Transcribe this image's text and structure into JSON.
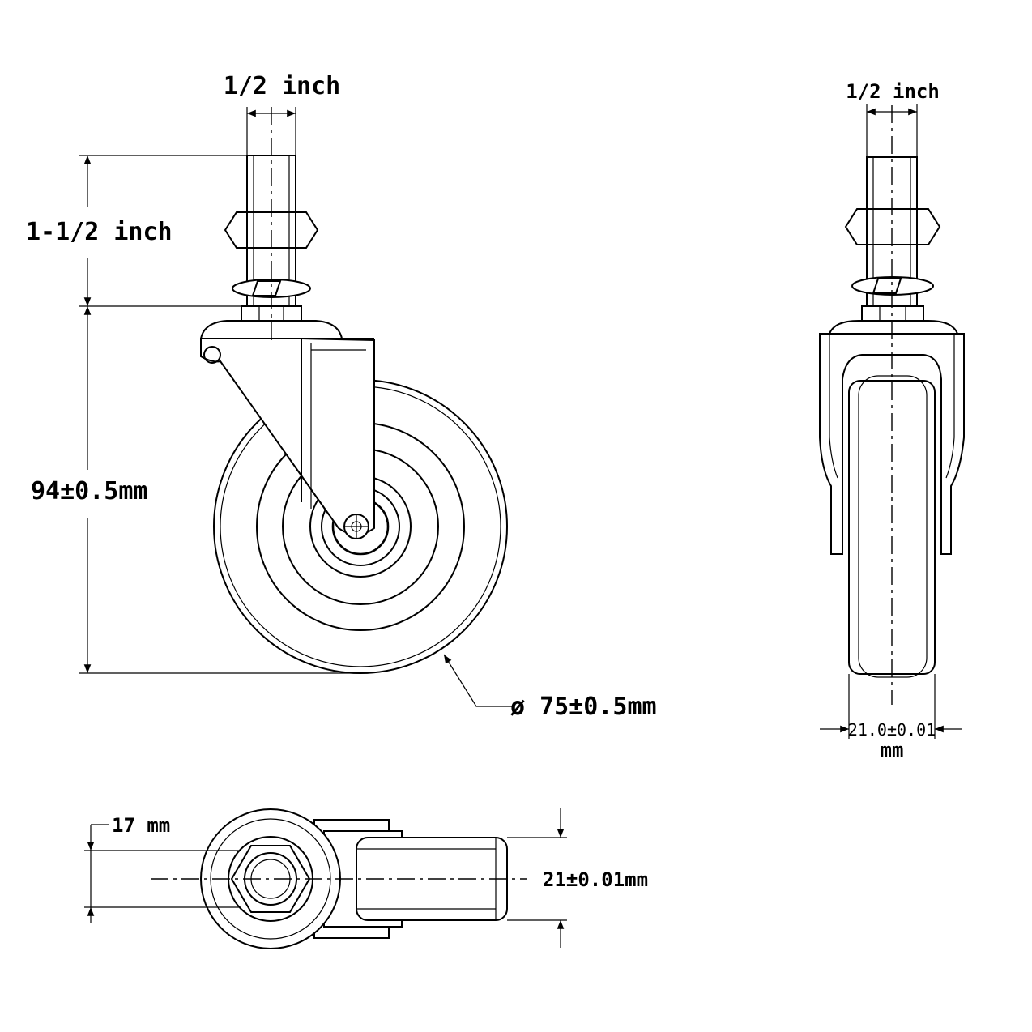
{
  "side_view": {
    "stem_width_label": "1/2 inch",
    "stem_height_label": "1-1/2 inch",
    "total_height_label": "94±0.5mm",
    "wheel_diameter_label": "ø 75±0.5mm"
  },
  "front_view": {
    "stem_width_label": "1/2 inch",
    "wheel_width_label": "21.0±0.01",
    "wheel_width_unit": "mm"
  },
  "top_view": {
    "hex_label": "17 mm",
    "wheel_width_label": "21±0.01mm"
  },
  "line_color": "#000000",
  "background_color": "#ffffff"
}
